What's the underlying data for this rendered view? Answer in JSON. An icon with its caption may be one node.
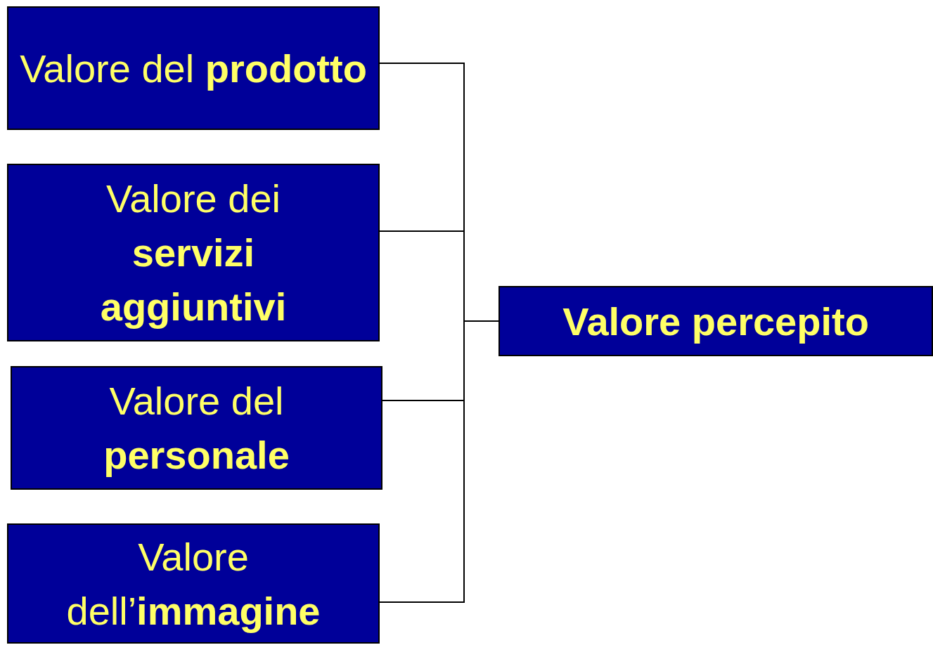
{
  "diagram": {
    "nodes": [
      {
        "text": [
          "Valore del **prodotto**"
        ]
      },
      {
        "text": [
          "Valore dei **servizi aggiuntivi**"
        ]
      },
      {
        "text": [
          "Valore del **personale**"
        ]
      },
      {
        "text": [
          "Valore dell’**immagine**"
        ]
      },
      {
        "text": [
          "Valore percepito"
        ]
      }
    ],
    "edges": [
      {
        "from": 0,
        "to": 4,
        "arrow": "none"
      },
      {
        "from": 1,
        "to": 4,
        "arrow": "none"
      },
      {
        "from": 2,
        "to": 4,
        "arrow": "none"
      },
      {
        "from": 3,
        "to": 4,
        "arrow": "none"
      }
    ]
  }
}
